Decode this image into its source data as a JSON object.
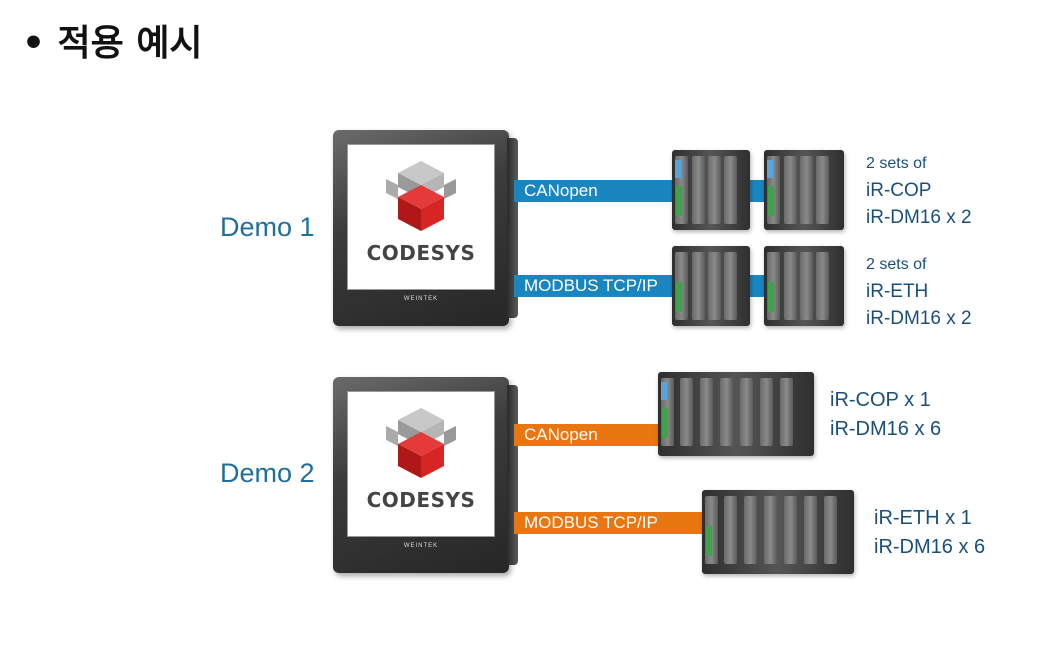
{
  "title": "• 적용 예시",
  "demos": [
    {
      "label": "Demo 1",
      "logo_text": "CODESYS",
      "connections": [
        {
          "protocol": "CANopen",
          "color": "#1a86c0",
          "lines": [
            "2 sets of",
            "iR-COP",
            "iR-DM16 x 2"
          ]
        },
        {
          "protocol": "MODBUS TCP/IP",
          "color": "#1a86c0",
          "lines": [
            "2 sets of",
            "iR-ETH",
            "iR-DM16 x 2"
          ]
        }
      ]
    },
    {
      "label": "Demo 2",
      "logo_text": "CODESYS",
      "connections": [
        {
          "protocol": "CANopen",
          "color": "#e87711",
          "lines": [
            "iR-COP x 1",
            "iR-DM16 x  6"
          ]
        },
        {
          "protocol": "MODBUS TCP/IP",
          "color": "#e87711",
          "lines": [
            "iR-ETH x 1",
            "iR-DM16 x  6"
          ]
        }
      ]
    }
  ],
  "icons": {
    "hmi": "hmi-panel-icon",
    "io": "io-module-icon",
    "logo": "codesys-cube-icon"
  }
}
